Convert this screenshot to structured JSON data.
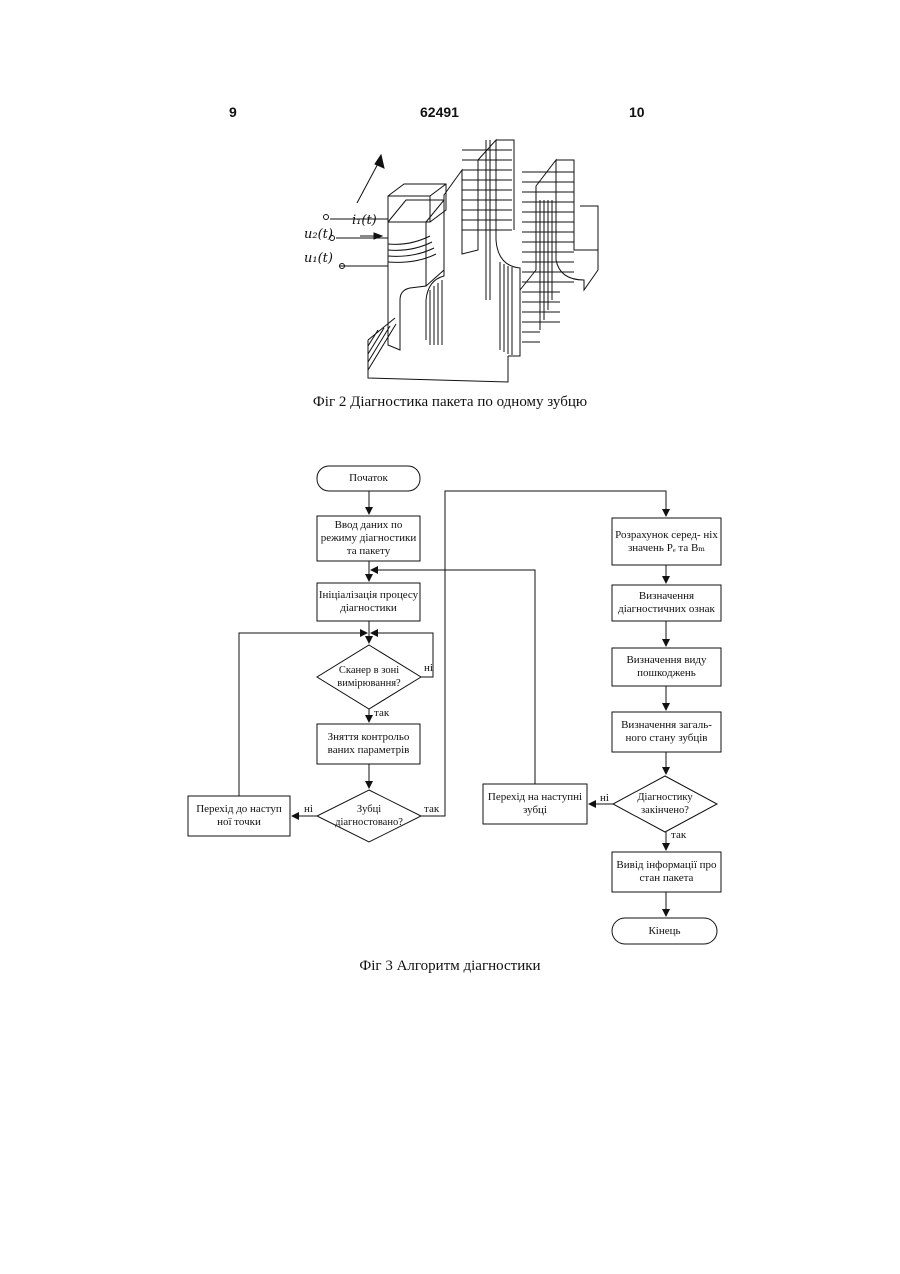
{
  "header": {
    "page_left": "9",
    "patent_number": "62491",
    "page_right": "10"
  },
  "figure2": {
    "caption": "Фіг 2   Діагностика пакета по одному зубцю",
    "labels": {
      "i1": "i₁(t)",
      "u2": "u₂(t)",
      "u1": "u₁(t)"
    }
  },
  "figure3": {
    "caption": "Фіг 3 Алгоритм діагностики",
    "nodes": {
      "start": "Початок",
      "input": "Ввод даних по режиму діагностики та пакету",
      "init": "Ініціалізація процесу діагностики",
      "scanner_q": "Сканер в зоні вимірювання?",
      "measure": "Зняття контрольо ваних параметрів",
      "teeth_q": "Зубці діагностовано?",
      "next_point": "Перехід до наступ ної точки",
      "calc_avg": "Розрахунок серед- ніх значень Pₑ та Bₘ",
      "diag_features": "Визначення діагностичних ознак",
      "damage_type": "Визначення виду пошкоджень",
      "general_state": "Визначення загаль- ного стану зубців",
      "diag_done_q": "Діагностику закінчено?",
      "next_tooth": "Перехід на наступні зубці",
      "output": "Вивід інформації про стан пакета",
      "end": "Кінець"
    },
    "edges": {
      "yes": "так",
      "no": "ні"
    }
  }
}
